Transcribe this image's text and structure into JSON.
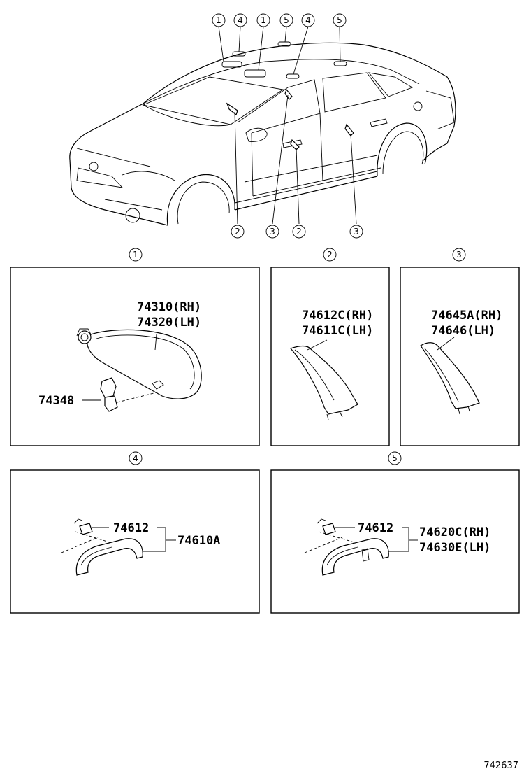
{
  "callouts": {
    "top": [
      "1",
      "4",
      "1",
      "5",
      "4",
      "5"
    ],
    "bottom": [
      "2",
      "3",
      "2",
      "3"
    ],
    "section_1": "1",
    "section_2": "2",
    "section_3": "3",
    "section_4": "4",
    "section_5": "5"
  },
  "panel1": {
    "label_rh": "74310(RH)",
    "label_lh": "74320(LH)",
    "label_clip": "74348"
  },
  "panel2": {
    "label_rh": "74612C(RH)",
    "label_lh": "74611C(LH)"
  },
  "panel3": {
    "label_rh": "74645A(RH)",
    "label_lh": "74646(LH)"
  },
  "panel4": {
    "label_cap": "74612",
    "label_assy": "74610A"
  },
  "panel5": {
    "label_cap": "74612",
    "label_rh": "74620C(RH)",
    "label_lh": "74630E(LH)"
  },
  "ref_number": "742637"
}
